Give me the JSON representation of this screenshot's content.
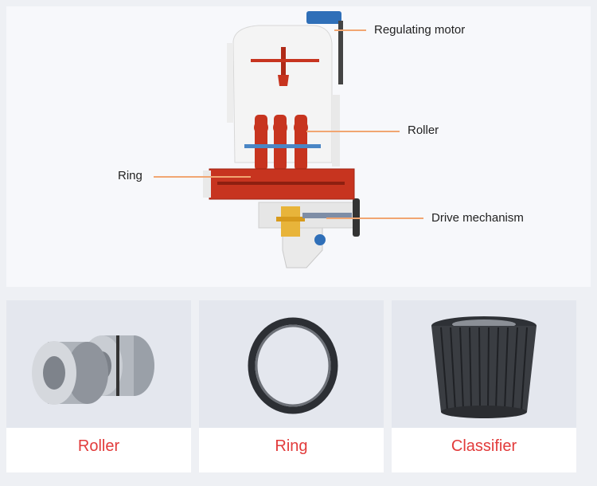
{
  "diagram": {
    "callouts": {
      "regulating_motor": "Regulating motor",
      "roller": "Roller",
      "ring": "Ring",
      "drive_mechanism": "Drive mechanism"
    }
  },
  "parts": [
    {
      "label": "Roller"
    },
    {
      "label": "Ring"
    },
    {
      "label": "Classifier"
    }
  ],
  "colors": {
    "label_red": "#e23b3b",
    "leader_orange": "#f1a672",
    "mill_red": "#c7341f",
    "mill_white": "#f4f4f4",
    "accent_blue": "#2f6fb8"
  }
}
